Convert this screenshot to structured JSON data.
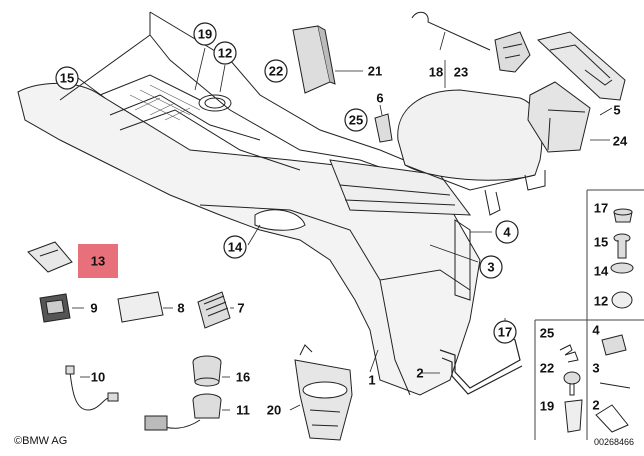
{
  "diagram": {
    "copyright": "©BMW AG",
    "document_number": "00268466",
    "highlighted_part": "13",
    "accent_color": "#e8707a",
    "callouts": {
      "c19": "19",
      "c12": "12",
      "c22": "22",
      "c21": "21",
      "c18": "18",
      "c23": "23",
      "c15": "15",
      "c6": "6",
      "c25": "25",
      "c5": "5",
      "c24": "24",
      "c4": "4",
      "c14": "14",
      "c3": "3",
      "c13": "13",
      "c9": "9",
      "c8": "8",
      "c7": "7",
      "c17": "17",
      "c2": "2",
      "c1": "1",
      "c10": "10",
      "c16": "16",
      "c11": "11",
      "c20": "20"
    },
    "legend": {
      "r17": "17",
      "r15": "15",
      "r14": "14",
      "r12": "12",
      "r25": "25",
      "r4": "4",
      "r22": "22",
      "r3": "3",
      "r19": "19",
      "r2": "2"
    }
  }
}
